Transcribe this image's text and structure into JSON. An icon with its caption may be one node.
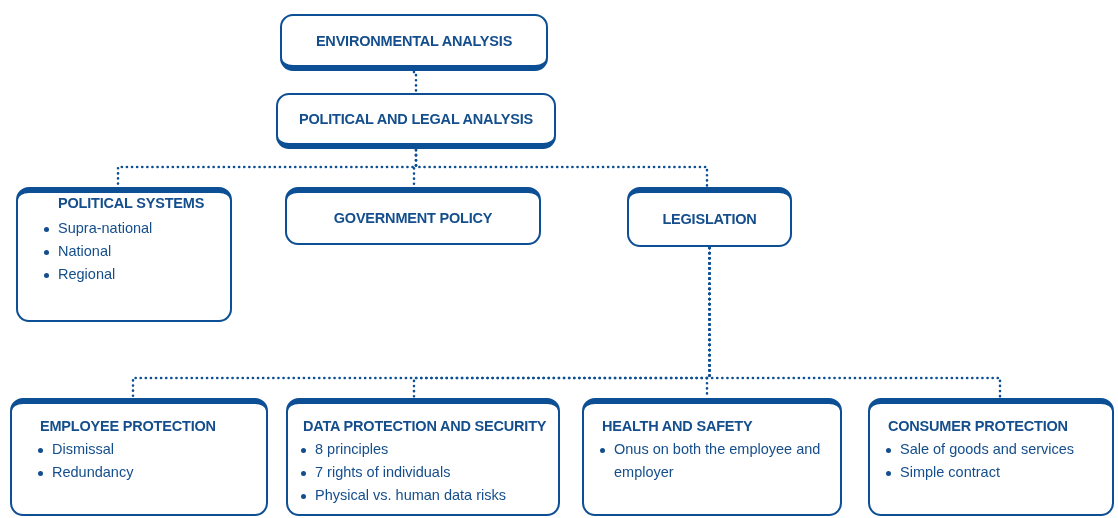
{
  "diagram": {
    "nodes": [
      {
        "text": [
          "ENVIRONMENTAL ANALYSIS"
        ]
      },
      {
        "text": [
          "POLITICAL AND LEGAL ANALYSIS"
        ]
      },
      {
        "text": [
          "POLITICAL SYSTEMS",
          "Supra-national",
          "National",
          "Regional"
        ]
      },
      {
        "text": [
          "GOVERNMENT POLICY"
        ]
      },
      {
        "text": [
          "LEGISLATION"
        ]
      },
      {
        "text": [
          "EMPLOYEE PROTECTION",
          "Dismissal",
          "Redundancy"
        ]
      },
      {
        "text": [
          "DATA PROTECTION AND SECURITY",
          "8 principles",
          "7 rights of individuals",
          "Physical vs. human data risks"
        ]
      },
      {
        "text": [
          "HEALTH AND SAFETY",
          "Onus on both the employee and employer"
        ]
      },
      {
        "text": [
          "CONSUMER PROTECTION",
          "Sale of goods and services",
          "Simple contract"
        ]
      }
    ],
    "edges": [
      {
        "from": 0,
        "to": 1,
        "arrow": "none"
      },
      {
        "from": 1,
        "to": 2,
        "arrow": "none"
      },
      {
        "from": 1,
        "to": 3,
        "arrow": "none"
      },
      {
        "from": 1,
        "to": 4,
        "arrow": "none"
      },
      {
        "from": 4,
        "to": 5,
        "arrow": "none"
      },
      {
        "from": 4,
        "to": 6,
        "arrow": "none"
      },
      {
        "from": 4,
        "to": 7,
        "arrow": "none"
      },
      {
        "from": 4,
        "to": 8,
        "arrow": "none"
      }
    ]
  }
}
